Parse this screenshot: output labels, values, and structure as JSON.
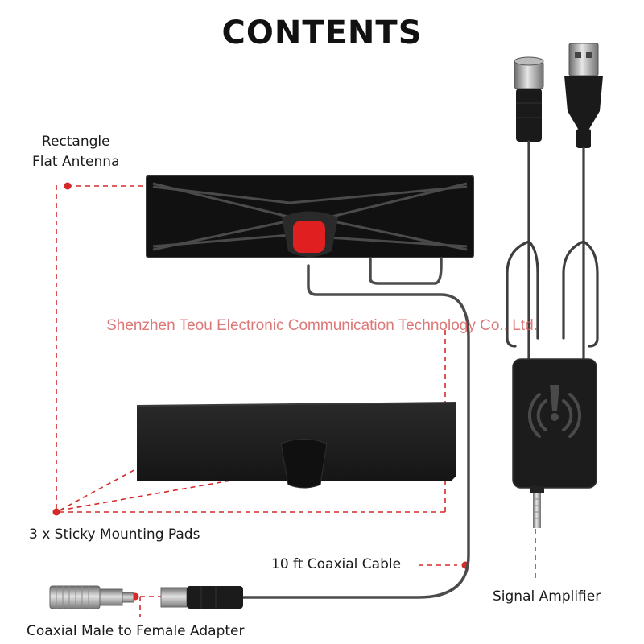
{
  "title": "CONTENTS",
  "labels": {
    "antenna_line1": "Rectangle",
    "antenna_line2": "Flat Antenna",
    "pads": "3 x Sticky Mounting Pads",
    "cable": "10 ft Coaxial Cable",
    "amplifier": "Signal Amplifier",
    "adapter": "Coaxial Male to Female Adapter"
  },
  "watermark": "Shenzhen Teou Electronic Communication Technology Co., Ltd.",
  "colors": {
    "accent_red": "#e02020",
    "product_black": "#1b1b1b",
    "dashed_guide": "#d42a2a"
  },
  "icons": [
    "signal-wave-icon",
    "usb-plug-icon",
    "coax-connector-icon"
  ]
}
